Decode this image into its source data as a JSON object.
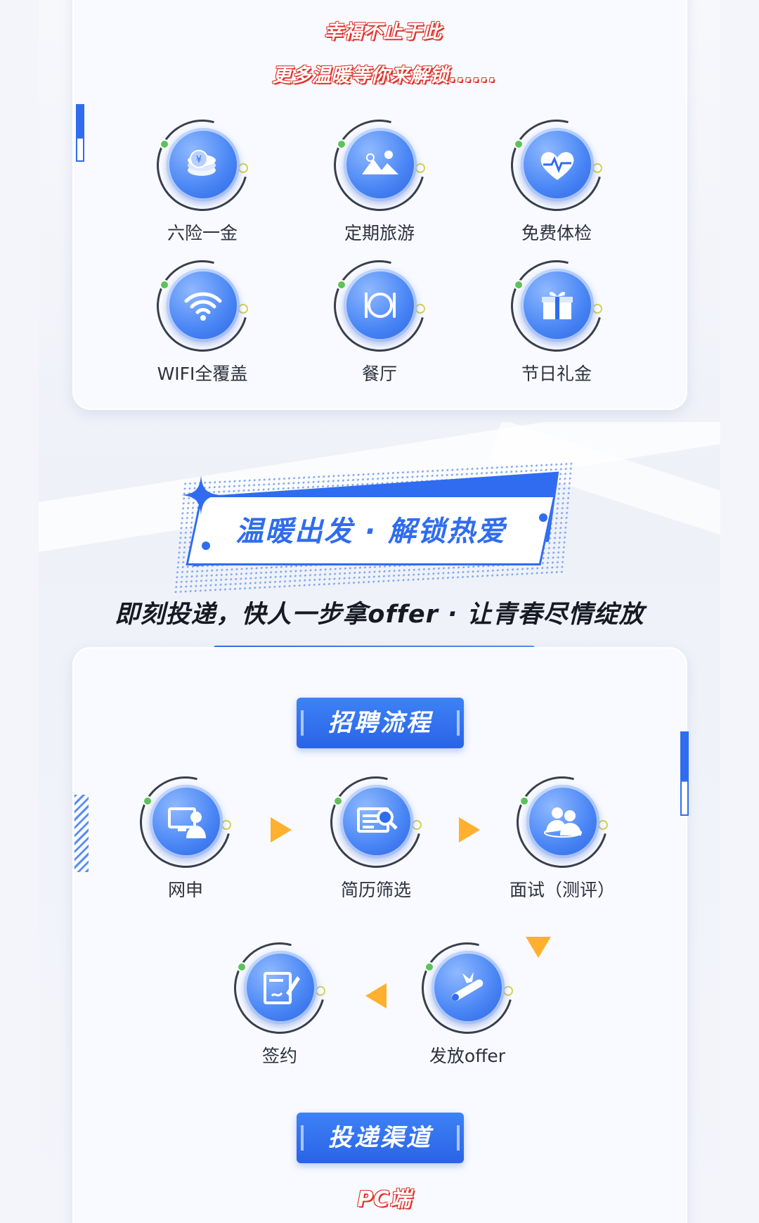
{
  "ribbons": {
    "top": "幸福不止于此",
    "sub": "更多温暖等你来解锁......"
  },
  "benefits": [
    {
      "label": "六险一金",
      "icon": "coins-icon"
    },
    {
      "label": "定期旅游",
      "icon": "travel-icon"
    },
    {
      "label": "免费体检",
      "icon": "heart-icon"
    },
    {
      "label": "WIFI全覆盖",
      "icon": "wifi-icon"
    },
    {
      "label": "餐厅",
      "icon": "dining-icon"
    },
    {
      "label": "节日礼金",
      "icon": "gift-icon"
    }
  ],
  "banner": {
    "title": "温暖出发 · 解锁热爱"
  },
  "tagline": "即刻投递，快人一步拿offer · 让青春尽情绽放",
  "process": {
    "title": "招聘流程",
    "steps": [
      {
        "label": "网申",
        "icon": "online-apply-icon"
      },
      {
        "label": "简历筛选",
        "icon": "resume-screen-icon"
      },
      {
        "label": "面试（测评）",
        "icon": "interview-icon"
      },
      {
        "label": "签约",
        "icon": "sign-icon"
      },
      {
        "label": "发放offer",
        "icon": "offer-icon"
      }
    ]
  },
  "channels": {
    "title": "投递渠道",
    "pc": "PC端"
  },
  "colors": {
    "accent": "#2f6cf0",
    "arrow": "#ffb02e",
    "ribbon": "#ff8c37",
    "ribbon_text": "#e0342c"
  }
}
